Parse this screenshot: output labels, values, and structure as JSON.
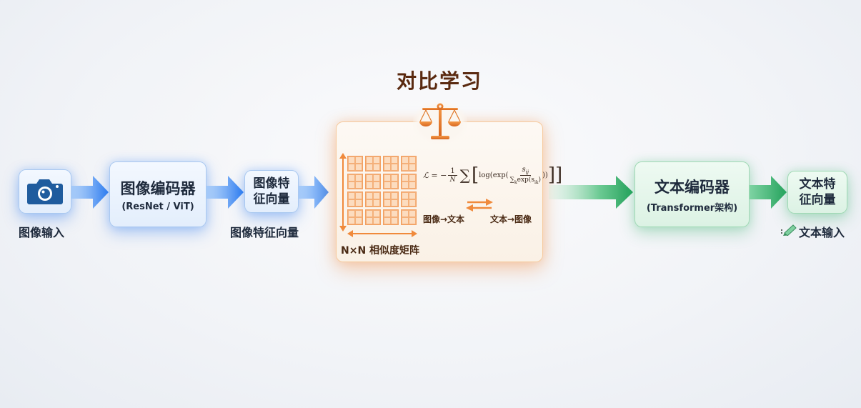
{
  "diagram": {
    "title": "对比学习",
    "image_branch": {
      "input_label": "图像输入",
      "input_icon": "camera-icon",
      "encoder": {
        "title": "图像编码器",
        "subtitle": "(ResNet / ViT)"
      },
      "feature_box": {
        "line1": "图像特",
        "line2": "征向量"
      },
      "feature_label": "图像特征向量",
      "color": "#2f7ff0"
    },
    "contrastive_panel": {
      "icon": "balance-scale-icon",
      "matrix_label": "N×N 相似度矩阵",
      "matrix_size": 4,
      "formula": {
        "lhs": "ℒ = −",
        "frac_num": "1",
        "frac_den": "N",
        "sum": "∑",
        "log_exp": "log(exp(",
        "inner_num": "s",
        "inner_num_sub": "ij",
        "inner_den": "∑",
        "inner_den_sub": "k",
        "inner_den_rest": "exp(s",
        "inner_den_rest_sub": "ik",
        "close": "))"
      },
      "direction_left": "图像→文本",
      "direction_right": "文本→图像",
      "color": "#f08a3c"
    },
    "text_branch": {
      "encoder": {
        "title": "文本编码器",
        "subtitle": "(Transformer架构)"
      },
      "feature_box": {
        "line1": "文本特",
        "line2": "征向量"
      },
      "input_label": "文本输入",
      "input_icon": "pencil-icon",
      "color": "#2fb56a"
    }
  }
}
